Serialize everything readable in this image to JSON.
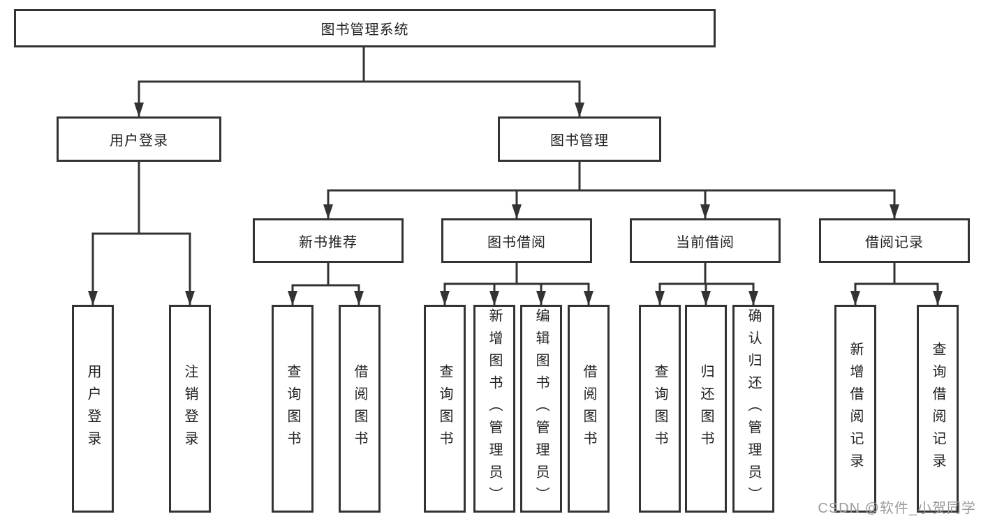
{
  "colors": {
    "line": "#333333",
    "text": "#222222",
    "background": "#ffffff",
    "watermark": "#9b9b9b"
  },
  "root": {
    "label": "图书管理系统"
  },
  "level2": [
    {
      "label": "用户登录"
    },
    {
      "label": "图书管理"
    }
  ],
  "level3": [
    {
      "label": "新书推荐"
    },
    {
      "label": "图书借阅"
    },
    {
      "label": "当前借阅"
    },
    {
      "label": "借阅记录"
    }
  ],
  "leaves": [
    {
      "parent": "用户登录",
      "items": [
        "用户登录",
        "注销登录"
      ]
    },
    {
      "parent": "新书推荐",
      "items": [
        "查询图书",
        "借阅图书"
      ]
    },
    {
      "parent": "图书借阅",
      "items": [
        "查询图书",
        "新增图书（管理员）",
        "编辑图书（管理员）",
        "借阅图书"
      ]
    },
    {
      "parent": "当前借阅",
      "items": [
        "查询图书",
        "归还图书",
        "确认归还（管理员）"
      ]
    },
    {
      "parent": "借阅记录",
      "items": [
        "新增借阅记录",
        "查询借阅记录"
      ]
    }
  ],
  "watermark": {
    "text": "CSDN @软件_小贺同学"
  }
}
